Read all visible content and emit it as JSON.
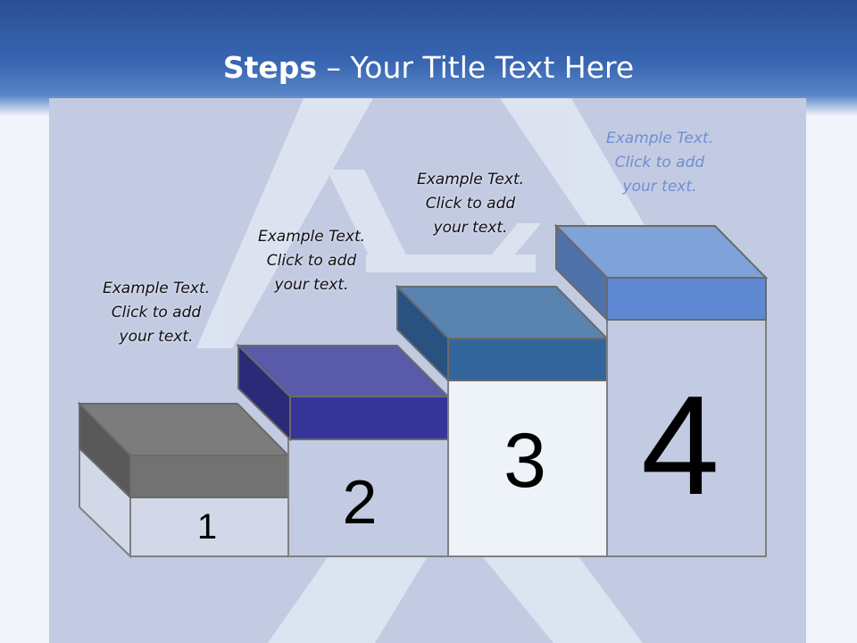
{
  "title": {
    "strong": "Steps",
    "rest": " – Your Title Text Here"
  },
  "colors": {
    "header": "#3866b2",
    "background": "#f1f4fa",
    "panel": "#c3cbe3",
    "step1": "#7a7a7a",
    "step2": "#383896",
    "step3": "#336699",
    "step4": "#5f88d2"
  },
  "steps": [
    {
      "number": "1",
      "text": "Example Text.\nClick  to add\nyour text."
    },
    {
      "number": "2",
      "text": "Example Text.\nClick  to add\nyour text."
    },
    {
      "number": "3",
      "text": "Example Text.\nClick  to add\nyour text."
    },
    {
      "number": "4",
      "text": "Example Text.\nClick  to add\nyour text."
    }
  ]
}
